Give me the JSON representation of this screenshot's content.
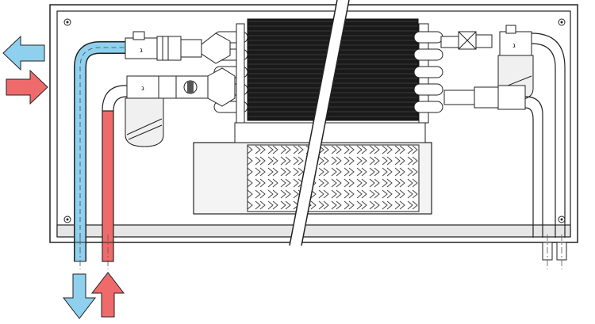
{
  "colors": {
    "supply_blue": "#8fd0ee",
    "return_red": "#ef6b6b",
    "outline": "#222222",
    "frame_fill": "#e6e6e6",
    "coil_fill": "#111111",
    "background": "#ffffff"
  },
  "arrows": [
    {
      "name": "flow-out-left-arrow",
      "direction": "left",
      "color": "supply_blue"
    },
    {
      "name": "flow-in-left-arrow",
      "direction": "right",
      "color": "return_red"
    },
    {
      "name": "flow-out-down-arrow",
      "direction": "down",
      "color": "supply_blue"
    },
    {
      "name": "flow-in-up-arrow",
      "direction": "up",
      "color": "return_red"
    }
  ],
  "valve_labels": {
    "top_left": "ג",
    "bottom_left": "ג",
    "top_right": "ג"
  },
  "components": [
    "convector-housing",
    "heat-exchanger-coil",
    "fan-grille",
    "supply-pipe",
    "return-pipe",
    "thermostatic-valve",
    "lockshield-valve",
    "actuator-head",
    "air-vent"
  ]
}
